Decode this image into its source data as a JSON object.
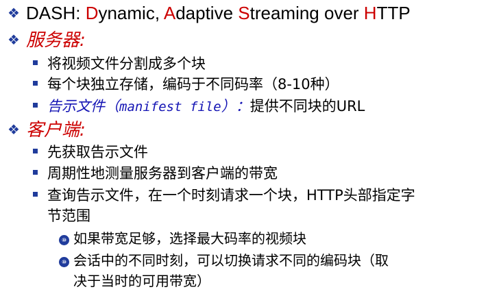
{
  "title": {
    "p1": "DASH: ",
    "p2": "D",
    "p3": "ynamic, ",
    "p4": "A",
    "p5": "daptive ",
    "p6": "S",
    "p7": "treaming over ",
    "p8": "H",
    "p9": "TTP"
  },
  "server": {
    "heading": "服务器:",
    "items": [
      "将视频文件分割成多个块",
      "每个块独立存储，编码于不同码率（8-10种）"
    ],
    "manifest_italic": "告示文件（",
    "manifest_mono": "manifest file",
    "manifest_close": "）：",
    "manifest_rest": "提供不同块的URL"
  },
  "client": {
    "heading": "客户端:",
    "items": [
      "先获取告示文件",
      "周期性地测量服务器到客户端的带宽",
      "查询告示文件，在一个时刻请求一个块，HTTP头部指定字"
    ],
    "item3_cont": "节范围",
    "sub_items": [
      "如果带宽足够，选择最大码率的视频块",
      "会话中的不同时刻，可以切换请求不同的编码块（取"
    ],
    "sub2_cont": "决于当时的可用带宽）"
  },
  "icons": {
    "diamond": "❖",
    "circle": "⑩"
  },
  "colors": {
    "bullet_blue": "#203c9c",
    "title_red": "#cc0000",
    "italic_blue": "#1414b4"
  }
}
